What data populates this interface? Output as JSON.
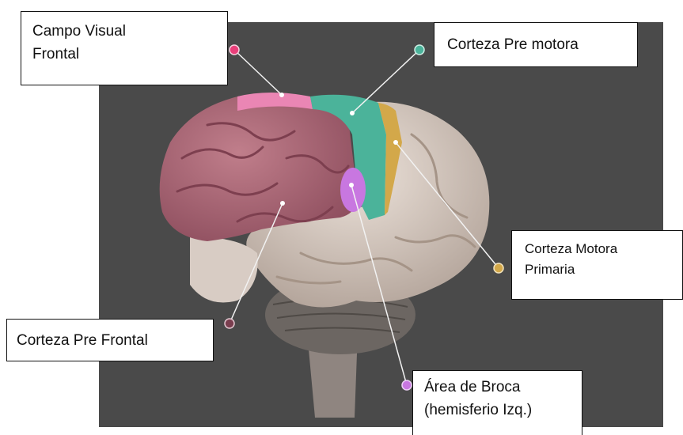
{
  "labels": {
    "campo_visual_frontal": {
      "line1": "Campo Visual",
      "line2": "Frontal"
    },
    "corteza_pre_motora": {
      "line1": "Corteza Pre motora"
    },
    "corteza_motora_primaria": {
      "line1": "Corteza Motora",
      "line2": "Primaria"
    },
    "corteza_pre_frontal": {
      "line1": "Corteza Pre Frontal"
    },
    "area_de_broca": {
      "line1": "Área de Broca",
      "line2": "(hemisferio Izq.)"
    }
  },
  "colors": {
    "panel_background": "#4a4a4a",
    "prefrontal_region": "#b56e7c",
    "frontal_eye_field": "#ea86b4",
    "premotor_cortex": "#4bb39a",
    "primary_motor_cortex": "#d3a84a",
    "broca_area": "#c877e0",
    "brain_tissue": "#ddd0c7",
    "cerebellum": "#6c6662"
  }
}
